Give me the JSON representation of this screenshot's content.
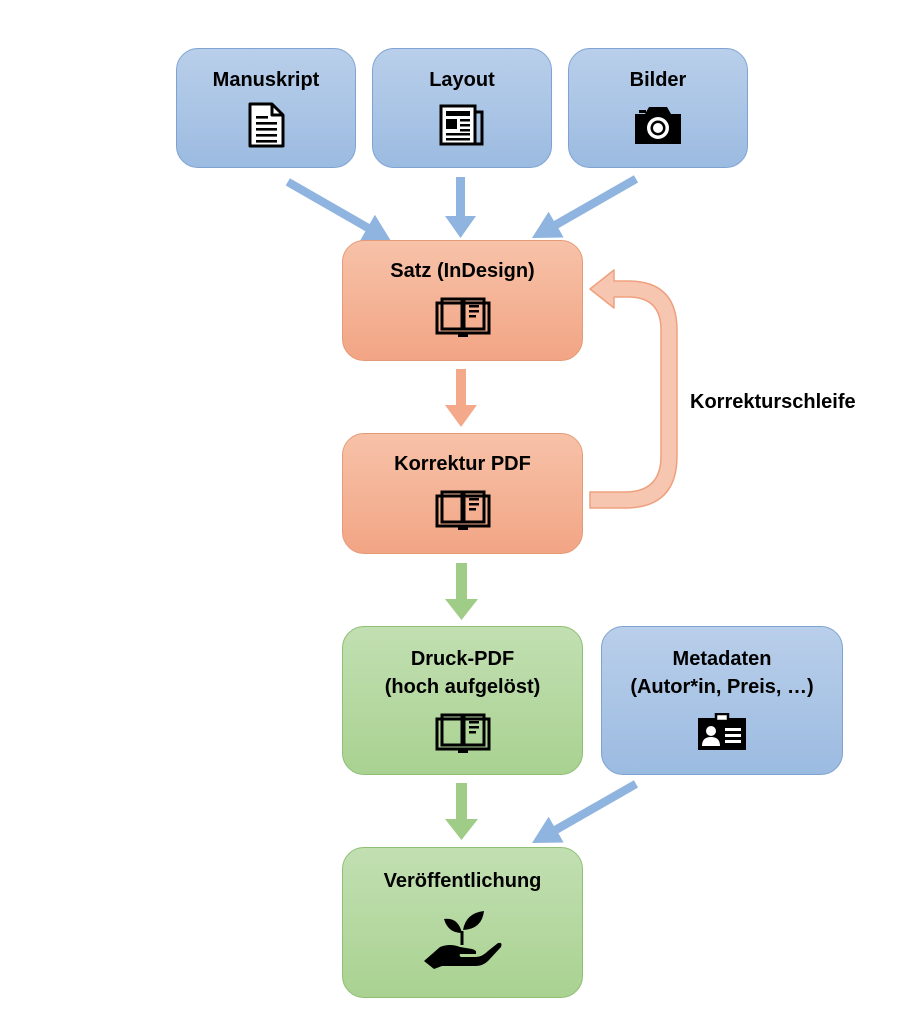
{
  "colors": {
    "blue_box": "#9cbbe1",
    "orange_box": "#f2a585",
    "green_box": "#a9d291",
    "blue_arrow": "#8fb4df",
    "orange_arrow": "#f4a98a",
    "green_arrow": "#9fcc86"
  },
  "nodes": {
    "manuskript": {
      "label": "Manuskript",
      "icon": "document-icon"
    },
    "layout": {
      "label": "Layout",
      "icon": "newspaper-icon"
    },
    "bilder": {
      "label": "Bilder",
      "icon": "camera-icon"
    },
    "satz": {
      "label": "Satz (InDesign)",
      "icon": "open-book-icon"
    },
    "korrektur": {
      "label": "Korrektur PDF",
      "icon": "open-book-icon"
    },
    "druck": {
      "label": "Druck-PDF\n(hoch aufgelöst)",
      "icon": "open-book-icon"
    },
    "metadaten": {
      "label": "Metadaten\n(Autor*in, Preis, …)",
      "icon": "id-badge-icon"
    },
    "veroeffentlichung": {
      "label": "Veröffentlichung",
      "icon": "hand-plant-icon"
    }
  },
  "loop_label": "Korrekturschleife"
}
